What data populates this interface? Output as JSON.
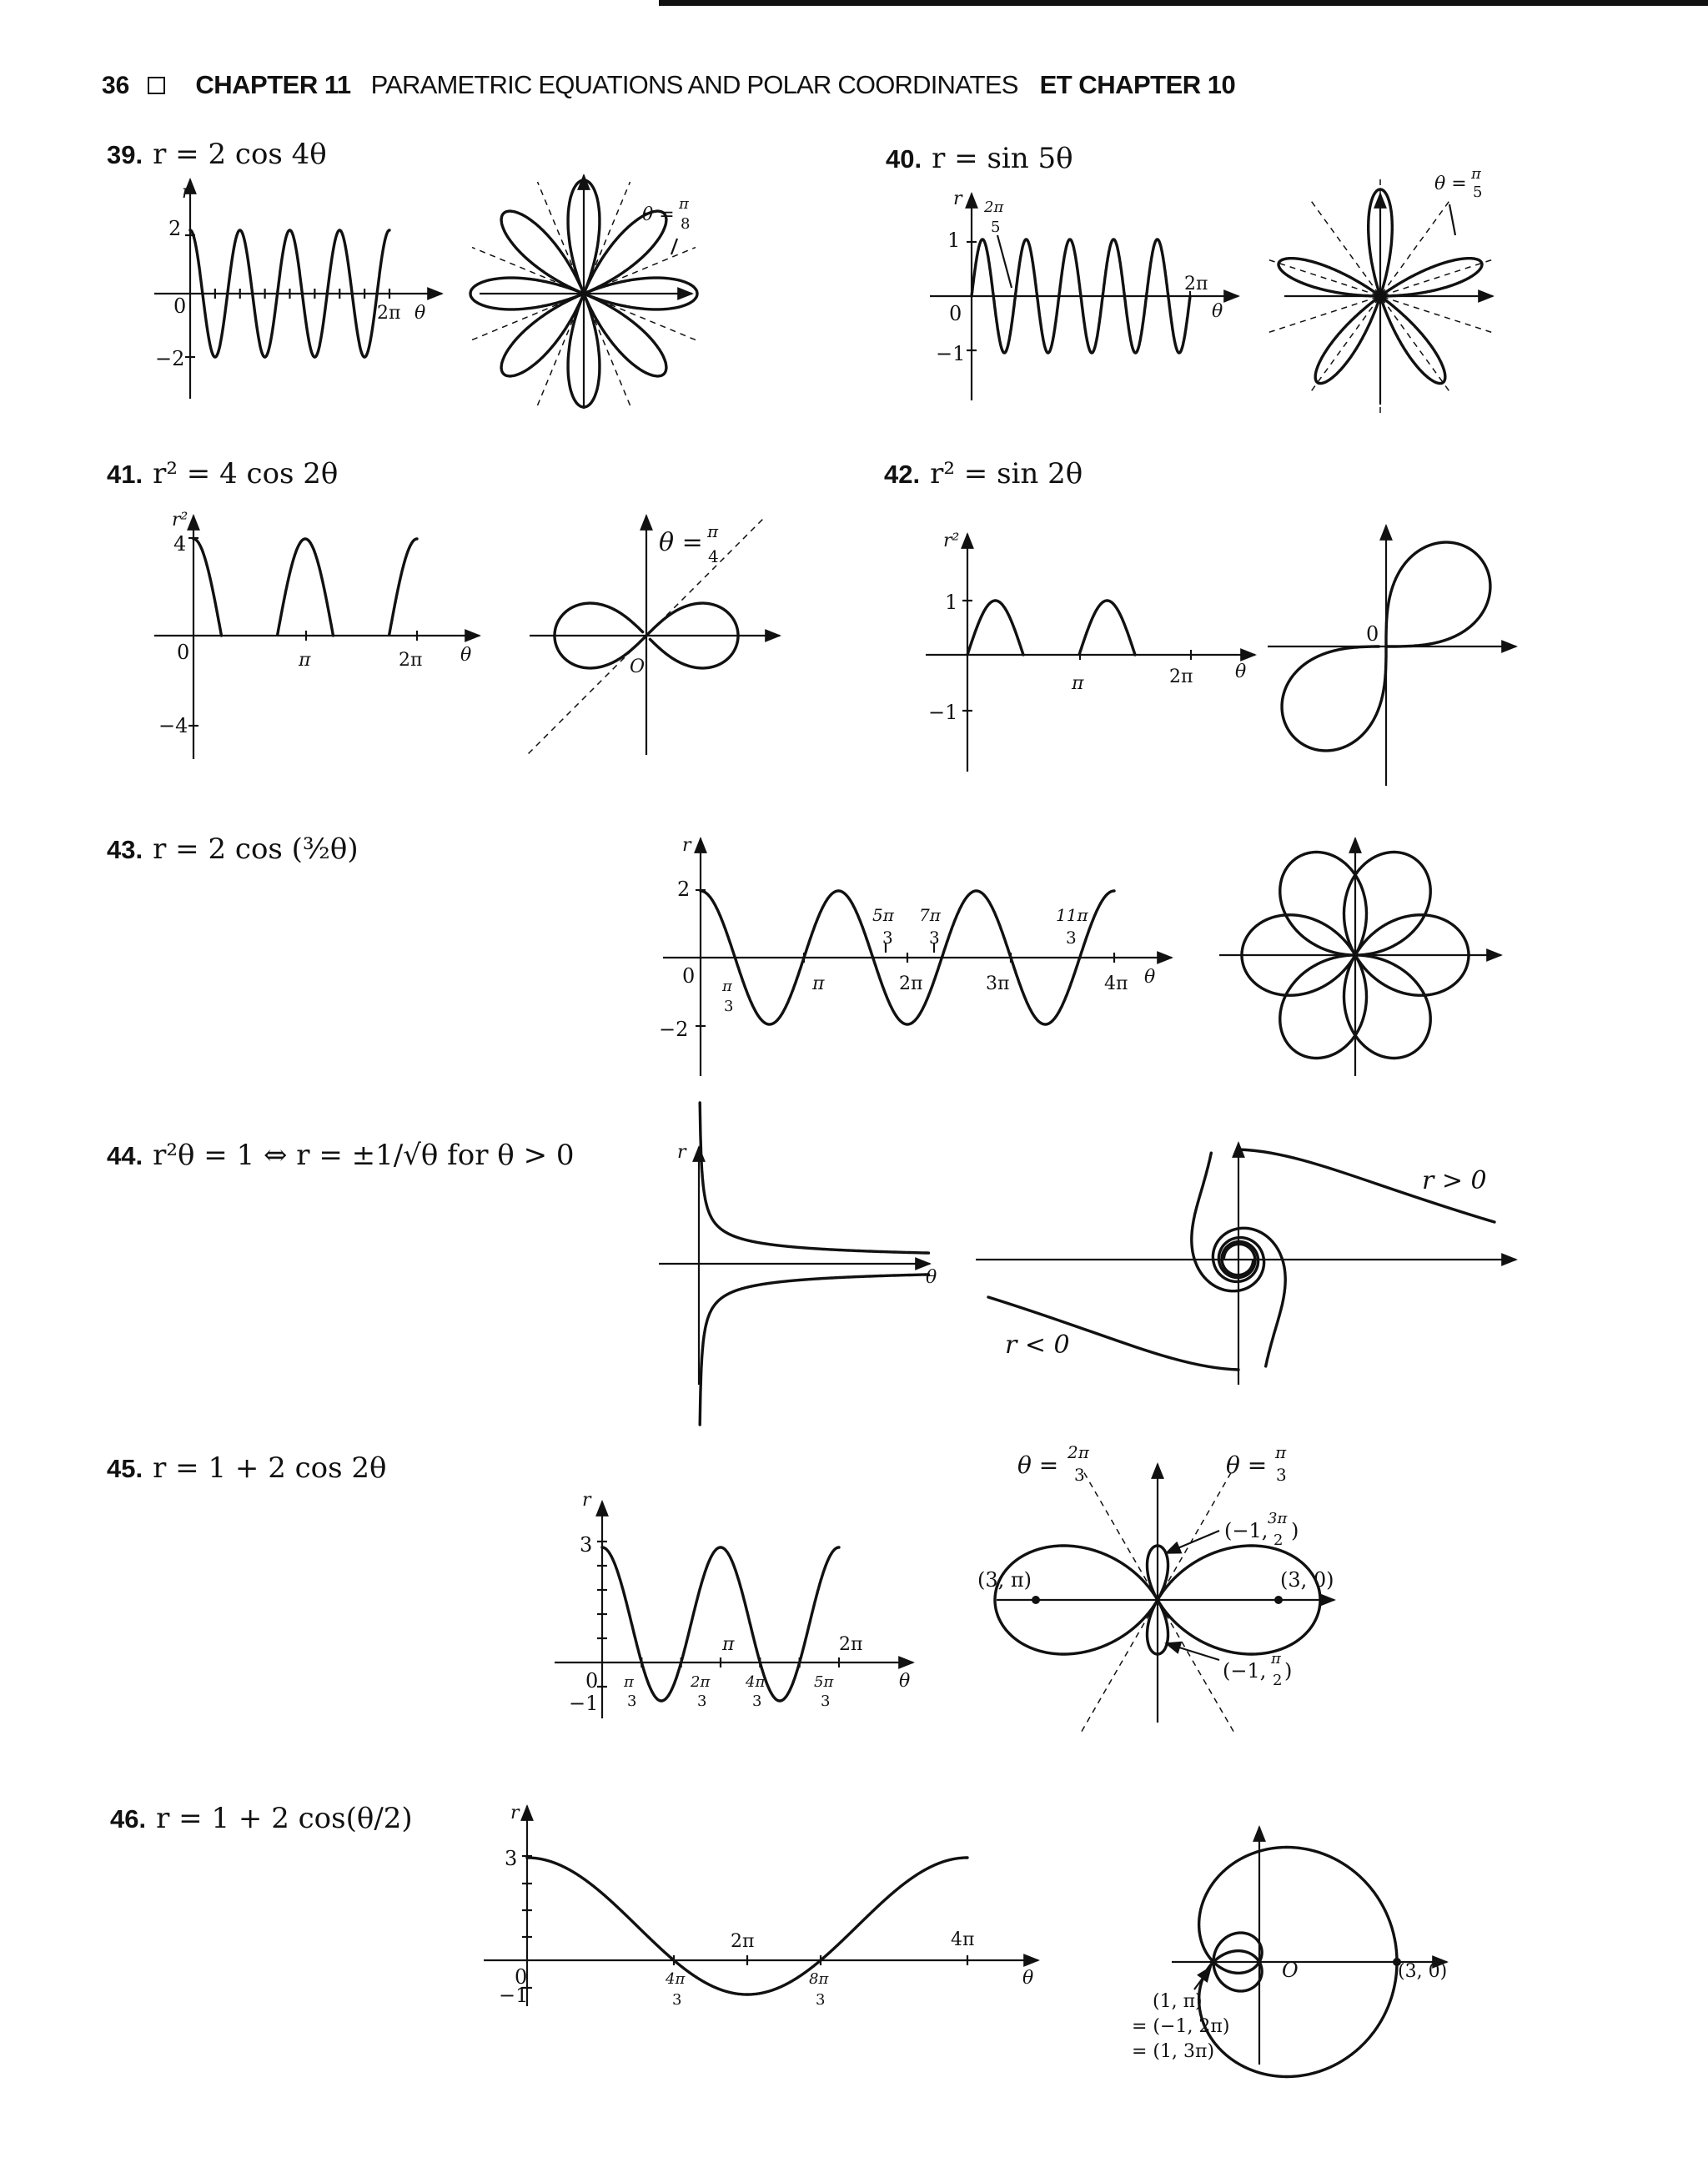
{
  "header": {
    "page_number": "36",
    "chapter": "CHAPTER 11",
    "title": "PARAMETRIC EQUATIONS AND POLAR COORDINATES",
    "et": "ET CHAPTER 10"
  },
  "problems": [
    {
      "num": "39.",
      "equation": "r = 2 cos 4θ"
    },
    {
      "num": "40.",
      "equation": "r = sin 5θ"
    },
    {
      "num": "41.",
      "equation": "r² = 4 cos 2θ"
    },
    {
      "num": "42.",
      "equation": "r² = sin 2θ"
    },
    {
      "num": "43.",
      "equation": "r = 2 cos (³⁄₂θ)"
    },
    {
      "num": "44.",
      "equation": "r²θ = 1  ⇔  r = ±1/√θ for θ > 0"
    },
    {
      "num": "45.",
      "equation": "r = 1 + 2 cos 2θ"
    },
    {
      "num": "46.",
      "equation": "r = 1 + 2 cos(θ/2)"
    }
  ],
  "labels": {
    "r": "r",
    "r2": "r²",
    "theta": "θ",
    "zero": "0",
    "O": "O",
    "two": "2",
    "neg_two": "−2",
    "one": "1",
    "neg_one": "−1",
    "three": "3",
    "four": "4",
    "neg_four": "−4",
    "pi": "π",
    "two_pi": "2π",
    "three_pi": "3π",
    "four_pi": "4π",
    "pi_num": "π",
    "two_pi_num": "2π",
    "four_pi_num": "4π",
    "five_pi_num": "5π",
    "seven_pi_num": "7π",
    "eight_pi_num": "8π",
    "eleven_pi_num": "11π",
    "den3": "3",
    "den4": "4",
    "den5": "5",
    "den8": "8",
    "den2": "2",
    "theta_eq": "θ =",
    "r_pos": "r > 0",
    "r_neg": "r < 0",
    "pt_3pi": "(3, π)",
    "pt_30": "(3, 0)",
    "pt_m1_3pi2_a": "(−1,",
    "pt_m1_3pi2_b": ")",
    "three_pi_num": "3π",
    "pt_1pi": "(1, π)",
    "pt_eq1": "= (−1, 2π)",
    "pt_eq2": "= (1, 3π)"
  }
}
